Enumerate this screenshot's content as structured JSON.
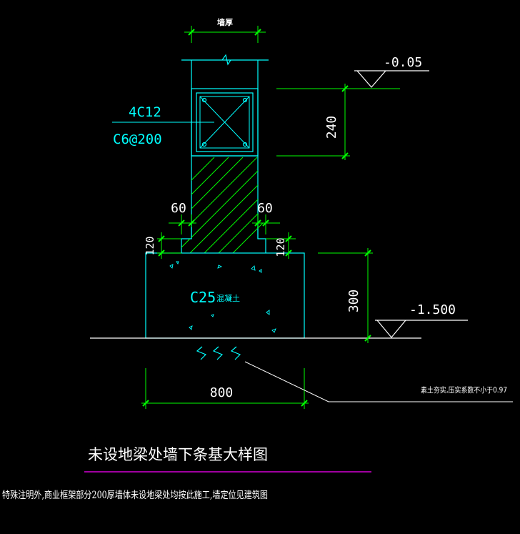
{
  "colors": {
    "background": "#000000",
    "outline": "#00ffff",
    "dimension": "#00ff00",
    "leader": "#ffffff",
    "title_underline": "#ff00ff",
    "text_primary": "#ffffff",
    "text_accent": "#00ffff"
  },
  "labels": {
    "wall_thickness": "墙厚",
    "level_top": "-0.05",
    "level_bottom": "-1.500",
    "dim_beam_height": "240",
    "dim_offset_left": "60",
    "dim_offset_right": "60",
    "dim_step_left": "120",
    "dim_step_right": "120",
    "dim_base_height": "300",
    "dim_base_width": "800",
    "rebar_main": "4C12",
    "rebar_stirrup": "C6@200",
    "concrete_grade": "C25",
    "concrete_word": "混凝土",
    "soil_note": "素土夯实,压实系数不小于0.97"
  },
  "title": "未设地梁处墙下条基大样图",
  "footnote": "特殊注明外,商业框架部分200厚墙体未设地梁处均按此施工,墙定位见建筑图"
}
